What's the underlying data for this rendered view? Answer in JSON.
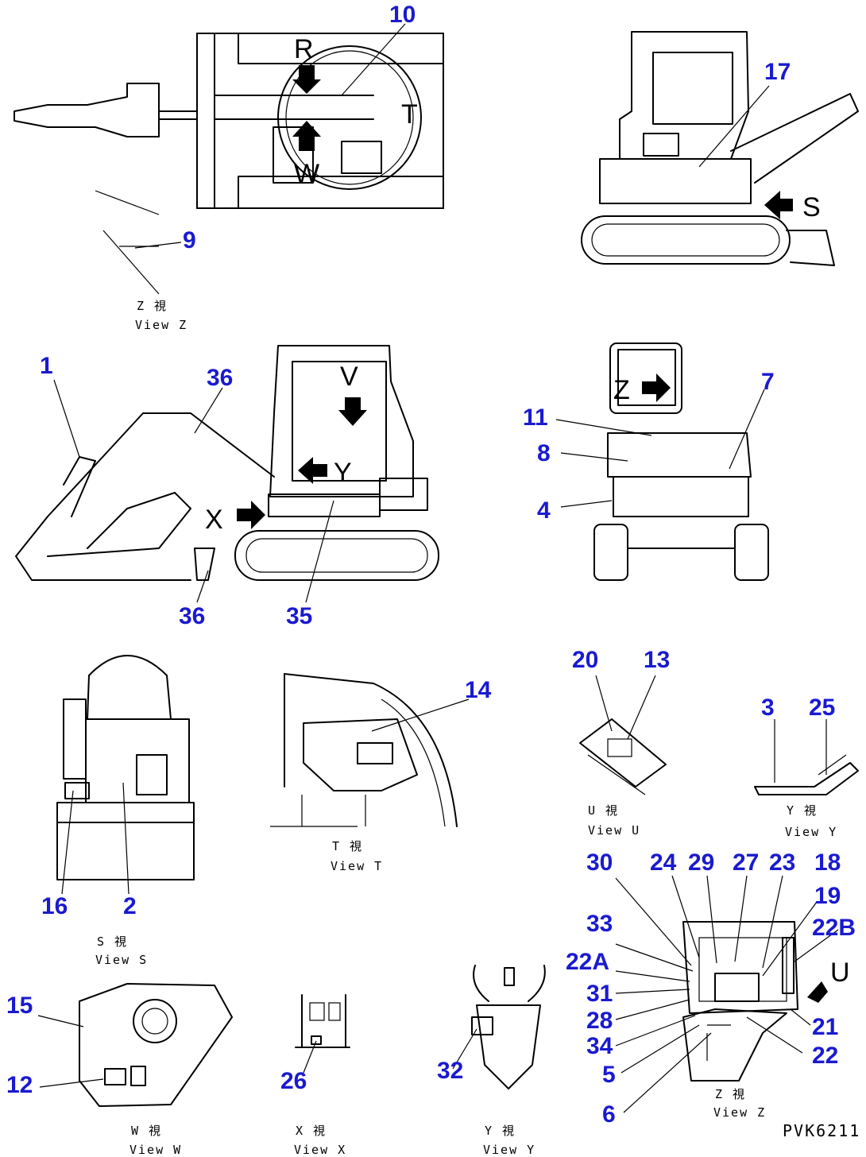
{
  "callouts": {
    "c1": "1",
    "c2": "2",
    "c3": "3",
    "c4": "4",
    "c5": "5",
    "c6": "6",
    "c7": "7",
    "c8": "8",
    "c9": "9",
    "c10": "10",
    "c11": "11",
    "c12": "12",
    "c13": "13",
    "c14": "14",
    "c15": "15",
    "c16": "16",
    "c17": "17",
    "c18": "18",
    "c19": "19",
    "c20": "20",
    "c21": "21",
    "c22": "22",
    "c22a": "22A",
    "c22b": "22B",
    "c23": "23",
    "c24": "24",
    "c25": "25",
    "c26": "26",
    "c27": "27",
    "c28": "28",
    "c29": "29",
    "c30": "30",
    "c31": "31",
    "c32": "32",
    "c33": "33",
    "c34": "34",
    "c35": "35",
    "c36a": "36",
    "c36b": "36"
  },
  "view_letters": {
    "R": "R",
    "T": "T",
    "W": "W",
    "S": "S",
    "V": "V",
    "Y": "Y",
    "X": "X",
    "Z": "Z",
    "U": "U"
  },
  "view_captions": {
    "z_top_jp": "Z 視",
    "z_top_en": "View Z",
    "u_jp": "U 視",
    "u_en": "View U",
    "y_small_jp": "Y 視",
    "y_small_en": "View Y",
    "t_jp": "T 視",
    "t_en": "View T",
    "s_jp": "S 視",
    "s_en": "View S",
    "w_jp": "W 視",
    "w_en": "View W",
    "x_jp": "X 視",
    "x_en": "View X",
    "y_jp": "Y 視",
    "y_en": "View Y",
    "z_jp": "Z 視",
    "z_en": "View Z"
  },
  "drawing_code": "PVK6211",
  "colors": {
    "callout": "#1a1ad0",
    "line": "#000000"
  }
}
